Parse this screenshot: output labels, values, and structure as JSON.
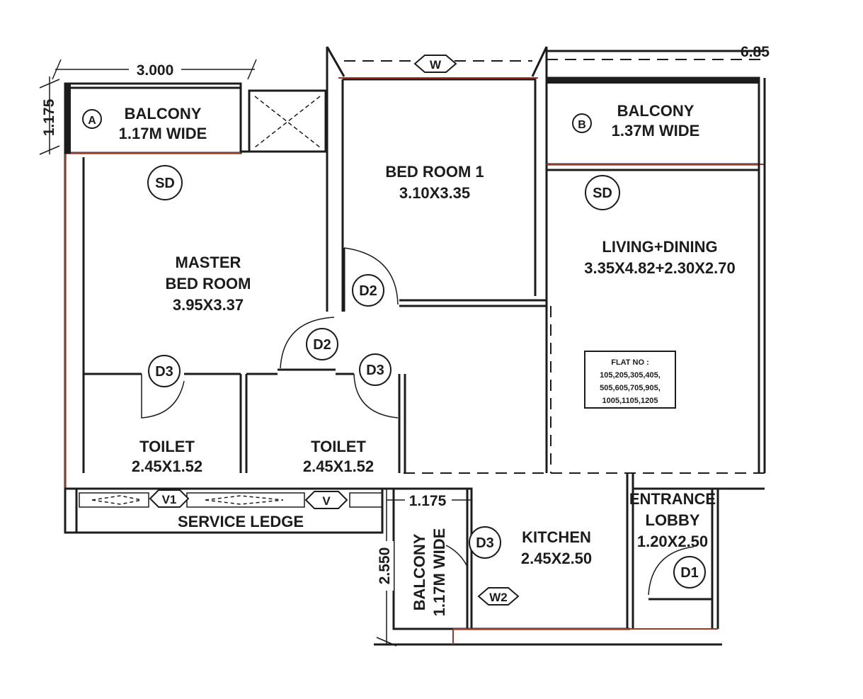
{
  "rooms": {
    "balcony_a": {
      "name": "BALCONY",
      "size": "1.17M WIDE",
      "tag": "A"
    },
    "balcony_b": {
      "name": "BALCONY",
      "size": "1.37M WIDE",
      "tag": "B"
    },
    "balcony_c": {
      "name": "BALCONY",
      "size": "1.17M WIDE"
    },
    "bedroom1": {
      "name": "BED ROOM 1",
      "size": "3.10X3.35"
    },
    "master": {
      "name_line1": "MASTER",
      "name_line2": "BED ROOM",
      "size": "3.95X3.37"
    },
    "living": {
      "name": "LIVING+DINING",
      "size": "3.35X4.82+2.30X2.70"
    },
    "toilet1": {
      "name": "TOILET",
      "size": "2.45X1.52"
    },
    "toilet2": {
      "name": "TOILET",
      "size": "2.45X1.52"
    },
    "kitchen": {
      "name": "KITCHEN",
      "size": "2.45X2.50"
    },
    "lobby": {
      "name_line1": "ENTRANCE",
      "name_line2": "LOBBY",
      "size": "1.20X2.50"
    },
    "service": {
      "name": "SERVICE LEDGE"
    }
  },
  "tags": {
    "sd": "SD",
    "d1": "D1",
    "d2": "D2",
    "d3": "D3",
    "w": "W",
    "w2": "W2",
    "v": "V",
    "v1": "V1"
  },
  "dimensions": {
    "top_width": "3.000",
    "left_height": "1.175",
    "top_right": "6.85",
    "kitchen_balcony_width": "1.175",
    "kitchen_balcony_height": "2.550"
  },
  "flat_no": {
    "title": "FLAT NO :",
    "line1": "105,205,305,405,",
    "line2": "505,605,705,905,",
    "line3": "1005,1105,1205"
  }
}
